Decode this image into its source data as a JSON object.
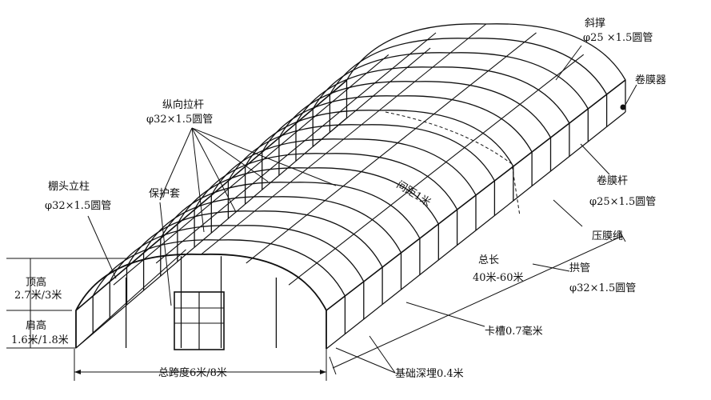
{
  "labels": {
    "xiecheng_title": "斜撑",
    "xiecheng_spec": "φ25 ×1.5圆管",
    "juanmoqi": "卷膜器",
    "zongxiang_title": "纵向拉杆",
    "zongxiang_spec": "φ32×1.5圆管",
    "juanmogan_title": "卷膜杆",
    "juanmogan_spec": "φ25×1.5圆管",
    "jianju": "间距1米",
    "yamosheng": "压膜绳",
    "pengtou_title": "棚头立柱",
    "pengtou_spec": "φ32×1.5圆管",
    "baohutao": "保护套",
    "zongchang_title": "总长",
    "zongchang_value": "40米-60米",
    "gongguan_title": "拱管",
    "gongguan_spec": "φ32×1.5圆管",
    "dinggao_title": "顶高",
    "dinggao_value": "2.7米/3米",
    "jiangao_title": "肩高",
    "jiangao_value": "1.6米/1.8米",
    "kacao": "卡槽0.7毫米",
    "zongkuadu": "总跨度6米/8米",
    "jichu": "基础深埋0.4米"
  },
  "structure": {
    "arch_count": 17
  }
}
